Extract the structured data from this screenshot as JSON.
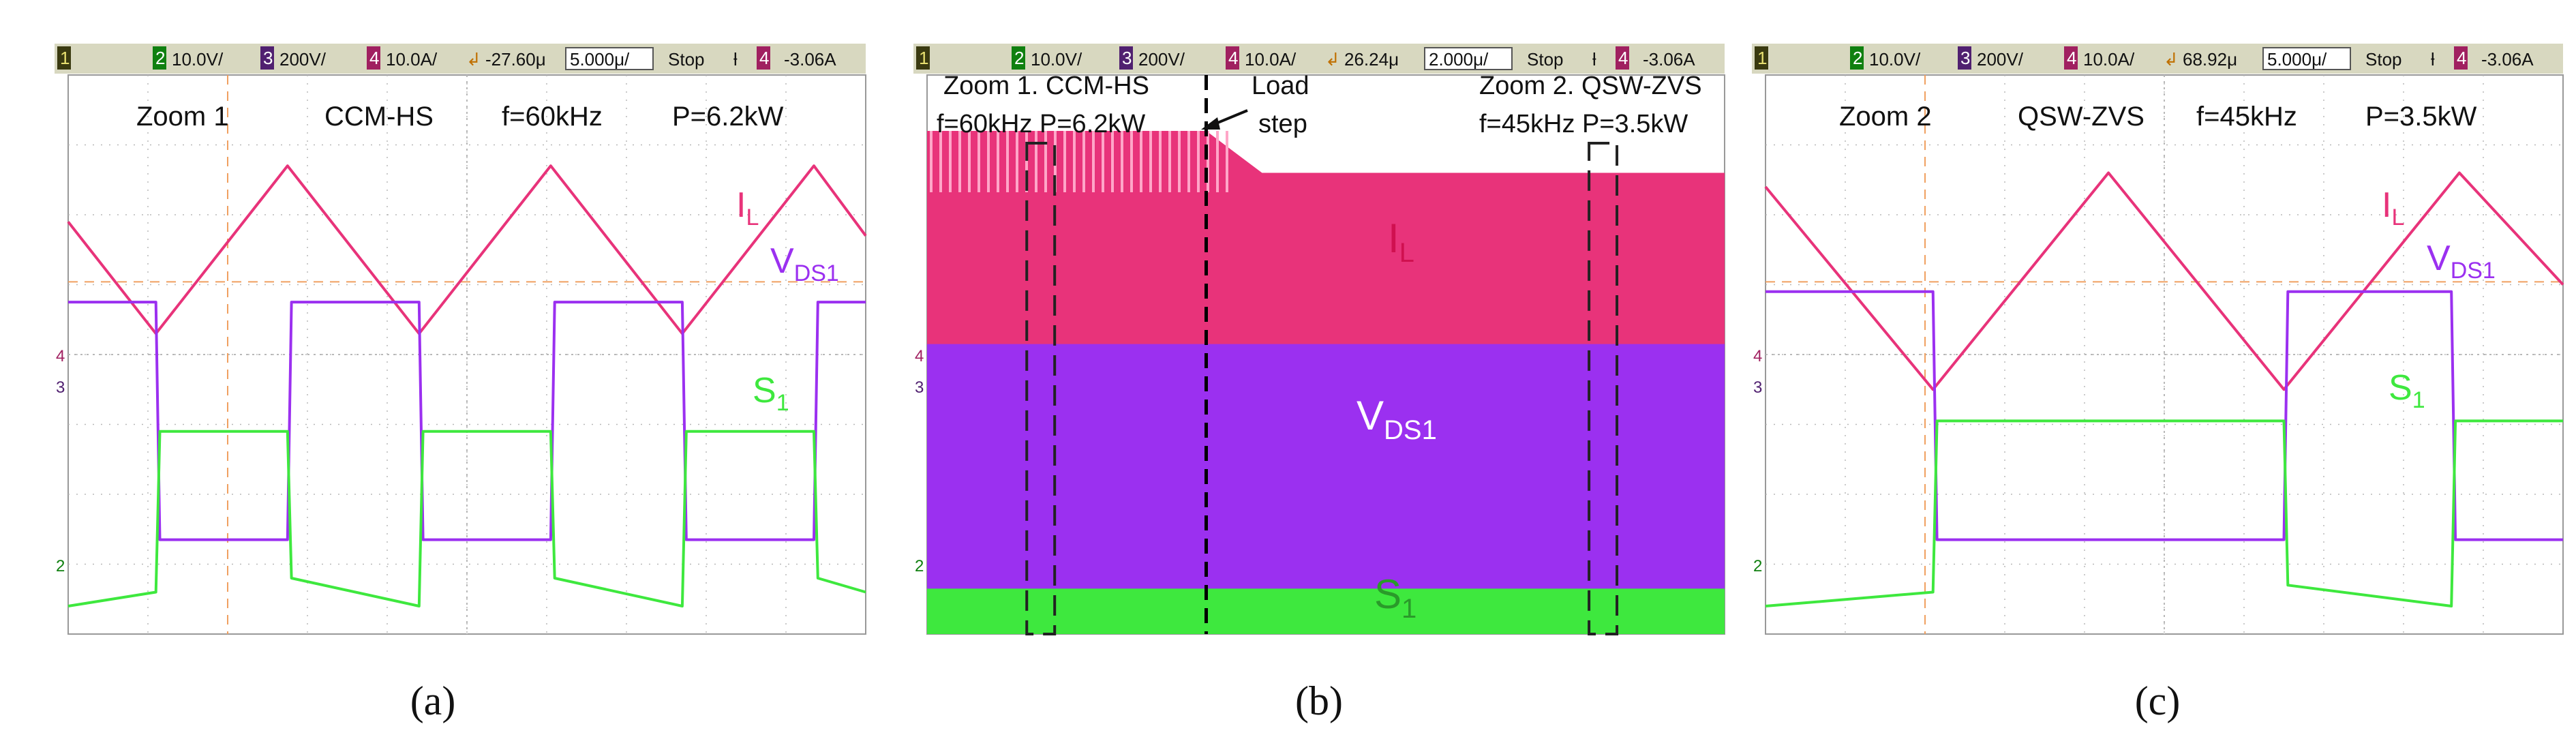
{
  "colors": {
    "il": "#e8337a",
    "vds": "#9b30f0",
    "s1": "#3ee83e",
    "grid": "#b8b8b8",
    "cursor": "#f0a060",
    "statusbar": "#d8d8c0",
    "step_marker": "#000000"
  },
  "panels": [
    {
      "sub_label": "(a)",
      "status": {
        "ch1": "1",
        "ch2": "2",
        "ch2_scale": "10.0V/",
        "ch3": "3",
        "ch3_scale": "200V/",
        "ch4": "4",
        "ch4_scale": "10.0A/",
        "delay": "-27.60μ",
        "timebase": "5.000μ/",
        "mode": "Stop",
        "trig_ch": "4",
        "trig_level": "-3.06A"
      },
      "header": {
        "zoom": "Zoom 1",
        "mode": "CCM-HS",
        "freq": "f=60kHz",
        "power": "P=6.2kW"
      },
      "traces": {
        "il": "I_L",
        "vds": "V_DS1",
        "s1": "S_1"
      }
    },
    {
      "sub_label": "(b)",
      "status": {
        "ch1": "1",
        "ch2": "2",
        "ch2_scale": "10.0V/",
        "ch3": "3",
        "ch3_scale": "200V/",
        "ch4": "4",
        "ch4_scale": "10.0A/",
        "delay": "26.24μ",
        "timebase": "2.000μ/",
        "mode": "Stop",
        "trig_ch": "4",
        "trig_level": "-3.06A"
      },
      "header": {
        "zoom1": "Zoom 1. CCM-HS",
        "zoom1_params": "f=60kHz P=6.2kW",
        "load_step": "Load",
        "load_step2": "step",
        "zoom2": "Zoom 2. QSW-ZVS",
        "zoom2_params": "f=45kHz P=3.5kW"
      },
      "traces": {
        "il": "I_L",
        "vds": "V_DS1",
        "s1": "S_1"
      }
    },
    {
      "sub_label": "(c)",
      "status": {
        "ch1": "1",
        "ch2": "2",
        "ch2_scale": "10.0V/",
        "ch3": "3",
        "ch3_scale": "200V/",
        "ch4": "4",
        "ch4_scale": "10.0A/",
        "delay": "68.92μ",
        "timebase": "5.000μ/",
        "mode": "Stop",
        "trig_ch": "4",
        "trig_level": "-3.06A"
      },
      "header": {
        "zoom": "Zoom 2",
        "mode": "QSW-ZVS",
        "freq": "f=45kHz",
        "power": "P=3.5kW"
      },
      "traces": {
        "il": "I_L",
        "vds": "V_DS1",
        "s1": "S_1"
      }
    }
  ],
  "chart_data": [
    {
      "type": "line",
      "title": "",
      "x_unit": "divisions",
      "y_unit": "divisions",
      "xlim": [
        0,
        10
      ],
      "ylim": [
        -4,
        4
      ],
      "grid": true,
      "series": [
        {
          "name": "I_L",
          "x": [
            0,
            1.1,
            2.75,
            4.4,
            6.05,
            7.7,
            9.35,
            10
          ],
          "y": [
            1.9,
            0.3,
            2.7,
            0.3,
            2.7,
            0.3,
            2.7,
            1.7
          ]
        },
        {
          "name": "V_DS1",
          "x": [
            0,
            1.1,
            1.15,
            2.75,
            2.8,
            4.4,
            4.45,
            6.05,
            6.1,
            7.7,
            7.75,
            9.35,
            9.4,
            10
          ],
          "y": [
            0.75,
            0.75,
            -2.65,
            -2.65,
            0.75,
            0.75,
            -2.65,
            -2.65,
            0.75,
            0.75,
            -2.65,
            -2.65,
            0.75,
            0.75
          ]
        },
        {
          "name": "S_1",
          "x": [
            0,
            1.1,
            1.15,
            2.75,
            2.8,
            4.4,
            4.45,
            6.05,
            6.1,
            7.7,
            7.75,
            9.35,
            9.4,
            10
          ],
          "y": [
            -3.6,
            -3.4,
            -1.1,
            -1.1,
            -3.2,
            -3.6,
            -1.1,
            -1.1,
            -3.2,
            -3.6,
            -1.1,
            -1.1,
            -3.2,
            -3.4
          ]
        }
      ]
    },
    {
      "type": "area",
      "title": "",
      "x_unit": "divisions",
      "y_unit": "divisions",
      "xlim": [
        0,
        10
      ],
      "ylim": [
        -4,
        4
      ],
      "load_step_x": 3.5,
      "zoom1_x": [
        1.25,
        1.6
      ],
      "zoom2_x": [
        8.3,
        8.65
      ],
      "series": [
        {
          "name": "I_L",
          "x": [
            0,
            3.5,
            4.2,
            10
          ],
          "y_low": [
            0.0,
            0.0,
            0.0,
            0.0
          ],
          "y_high": [
            3.2,
            3.2,
            2.6,
            2.6
          ]
        },
        {
          "name": "V_DS1",
          "x": [
            0,
            10
          ],
          "y_low": [
            -3.45,
            -3.45
          ],
          "y_high": [
            0.15,
            0.15
          ]
        },
        {
          "name": "S_1",
          "x": [
            0,
            10
          ],
          "y_low": [
            -4.0,
            -4.0
          ],
          "y_high": [
            -3.35,
            -3.35
          ]
        }
      ]
    },
    {
      "type": "line",
      "title": "",
      "x_unit": "divisions",
      "y_unit": "divisions",
      "xlim": [
        0,
        10
      ],
      "ylim": [
        -4,
        4
      ],
      "grid": true,
      "series": [
        {
          "name": "I_L",
          "x": [
            0,
            2.1,
            4.3,
            6.5,
            8.7,
            10
          ],
          "y": [
            2.4,
            -0.5,
            2.6,
            -0.5,
            2.6,
            1.0
          ]
        },
        {
          "name": "V_DS1",
          "x": [
            0,
            2.1,
            2.15,
            6.5,
            6.55,
            8.6,
            8.65,
            10
          ],
          "y": [
            0.9,
            0.9,
            -2.65,
            -2.65,
            0.9,
            0.9,
            -2.65,
            -2.65
          ]
        },
        {
          "name": "S_1",
          "x": [
            0,
            2.1,
            2.15,
            6.5,
            6.55,
            8.6,
            8.65,
            10
          ],
          "y": [
            -3.6,
            -3.4,
            -0.95,
            -0.95,
            -3.3,
            -3.6,
            -0.95,
            -0.95
          ]
        }
      ]
    }
  ]
}
